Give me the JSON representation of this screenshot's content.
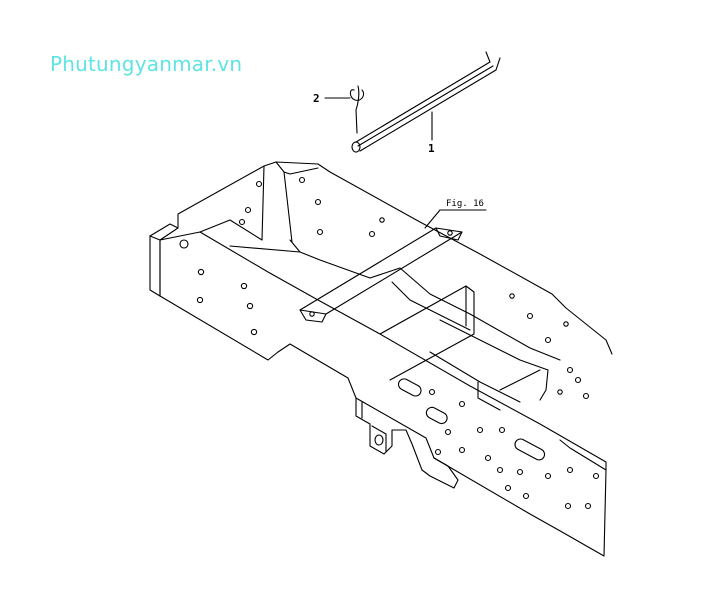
{
  "watermark": {
    "text": "Phutungyanmar.vn"
  },
  "callouts": {
    "item_1": "1",
    "item_2": "2",
    "figure_ref": "Fig. 16"
  },
  "colors": {
    "line": "#000000",
    "watermark": "#5fe3e3",
    "background": "#ffffff"
  }
}
